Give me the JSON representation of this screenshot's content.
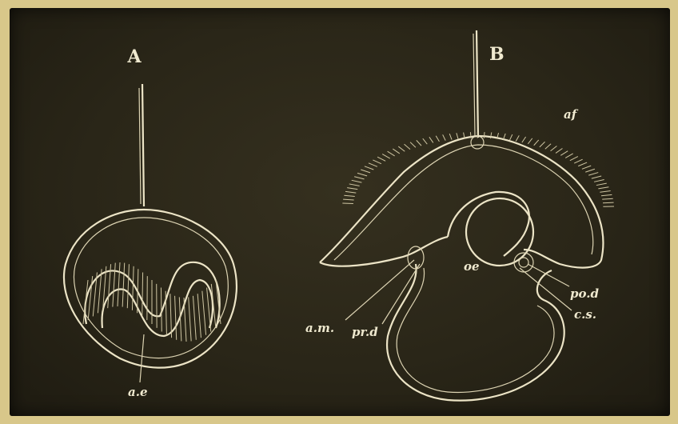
{
  "figure": {
    "panel_a": {
      "heading": "A",
      "labels": {
        "ae": "a.e"
      }
    },
    "panel_b": {
      "heading": "B",
      "labels": {
        "af": "af",
        "oe": "oe",
        "am": "a.m.",
        "prd": "pr.d",
        "pod": "po.d",
        "cs": "c.s."
      }
    }
  },
  "colors": {
    "background": "#2a2618",
    "ink": "#ece4c6",
    "border": "#d8c78a"
  }
}
